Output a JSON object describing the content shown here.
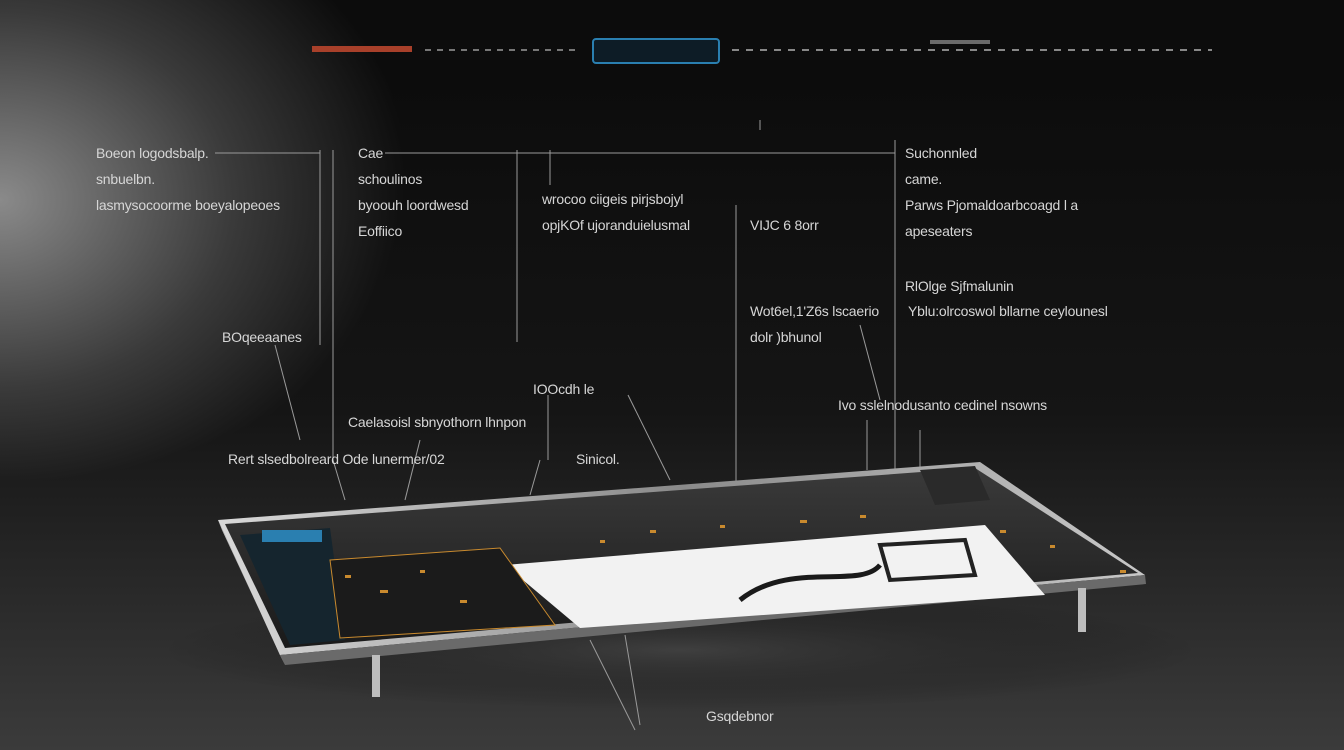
{
  "colors": {
    "background": "#0c0c0c",
    "label_text": "#d6d6d6",
    "leader_line": "#9a9a9a",
    "header_accent_red": "#c0392b",
    "header_accent_blue": "#2a7fb0",
    "board_copper": "#c98a2e",
    "panel_white": "#f2f2f2"
  },
  "labels": {
    "top_left": [
      "Boeon logodsbalp.",
      "snbuelbn.",
      "lasmysocoorme boeyalopeoes"
    ],
    "top_center_left": [
      "Cae",
      "schoulinos",
      "byoouh loordwesd",
      "Eoffiico"
    ],
    "top_center": [
      "wrocoo ciigeis pirjsbojyl",
      "opjKOf ujoranduielusmal"
    ],
    "top_center_right": "VIJC 6 8orr",
    "top_right": [
      "Suchonnled",
      "came.",
      "Parws Pjomaldoarbcoagd l a",
      "apeseaters"
    ],
    "mid_right_upper": "RlOlge Sjfmalunin",
    "mid_right_lower": "Yblu:olrcoswol bllarne ceylounesl",
    "mid_center_right": [
      "Wot6el,1'Z6s lscaerio",
      "dolr )bhunol"
    ],
    "left_middle": "BOqeeaanes",
    "center_number": "IOOcdh le",
    "center_left_row1": "Caelasoisl sbnyothorn lhnpon",
    "center_left_row2": "Rert slsedbolreard Ode lunermer/02",
    "center_small": "Sinicol.",
    "right_center": "Ivo sslelnodusanto cedinel nsowns",
    "bottom": "Gsqdebnor"
  }
}
